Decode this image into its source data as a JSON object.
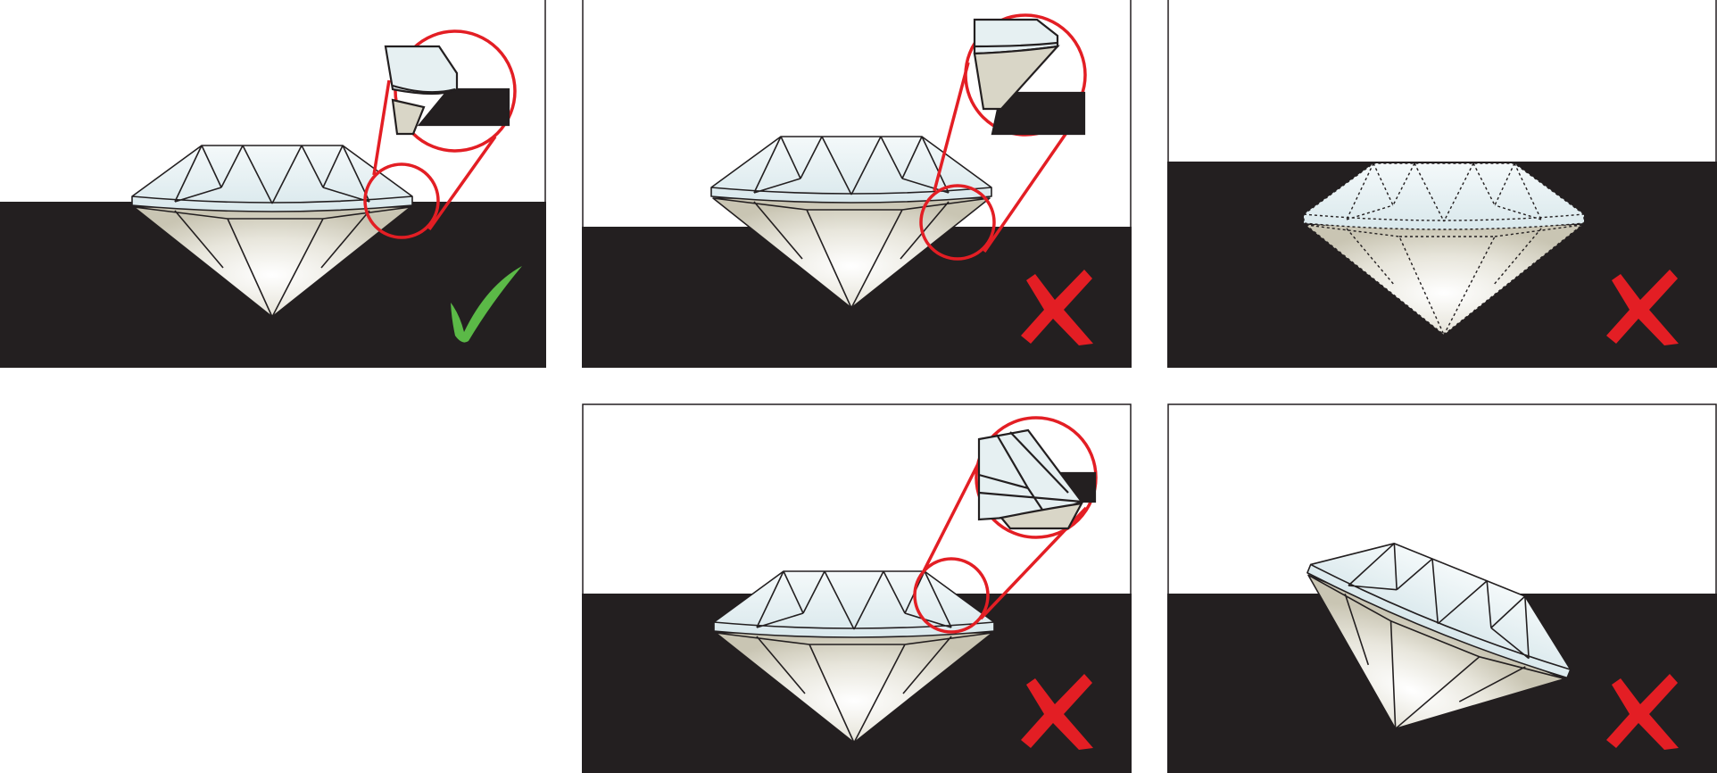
{
  "colors": {
    "background": "#ffffff",
    "surface_dark": "#231f20",
    "crown": "#e6f0f2",
    "pavilion": "#d9d6c7",
    "outline": "#231f20",
    "magnifier": "#e31e24",
    "mark_correct": "#5bb947",
    "mark_incorrect": "#e31e24"
  },
  "panels": [
    {
      "id": "correct-girdle-at-edge",
      "verdict": "correct",
      "mark_icon": "green-check-icon",
      "magnifier": true,
      "outline_style": "solid"
    },
    {
      "id": "girdle-above-edge",
      "verdict": "incorrect",
      "mark_icon": "red-x-icon",
      "magnifier": true,
      "outline_style": "solid"
    },
    {
      "id": "no-outline-visible",
      "verdict": "incorrect",
      "mark_icon": "red-x-icon",
      "magnifier": false,
      "outline_style": "dotted"
    },
    {
      "id": "girdle-below-edge",
      "verdict": "incorrect",
      "mark_icon": "red-x-icon",
      "magnifier": true,
      "outline_style": "solid"
    },
    {
      "id": "tilted-diamond",
      "verdict": "incorrect",
      "mark_icon": "red-x-icon",
      "magnifier": false,
      "outline_style": "solid"
    }
  ]
}
